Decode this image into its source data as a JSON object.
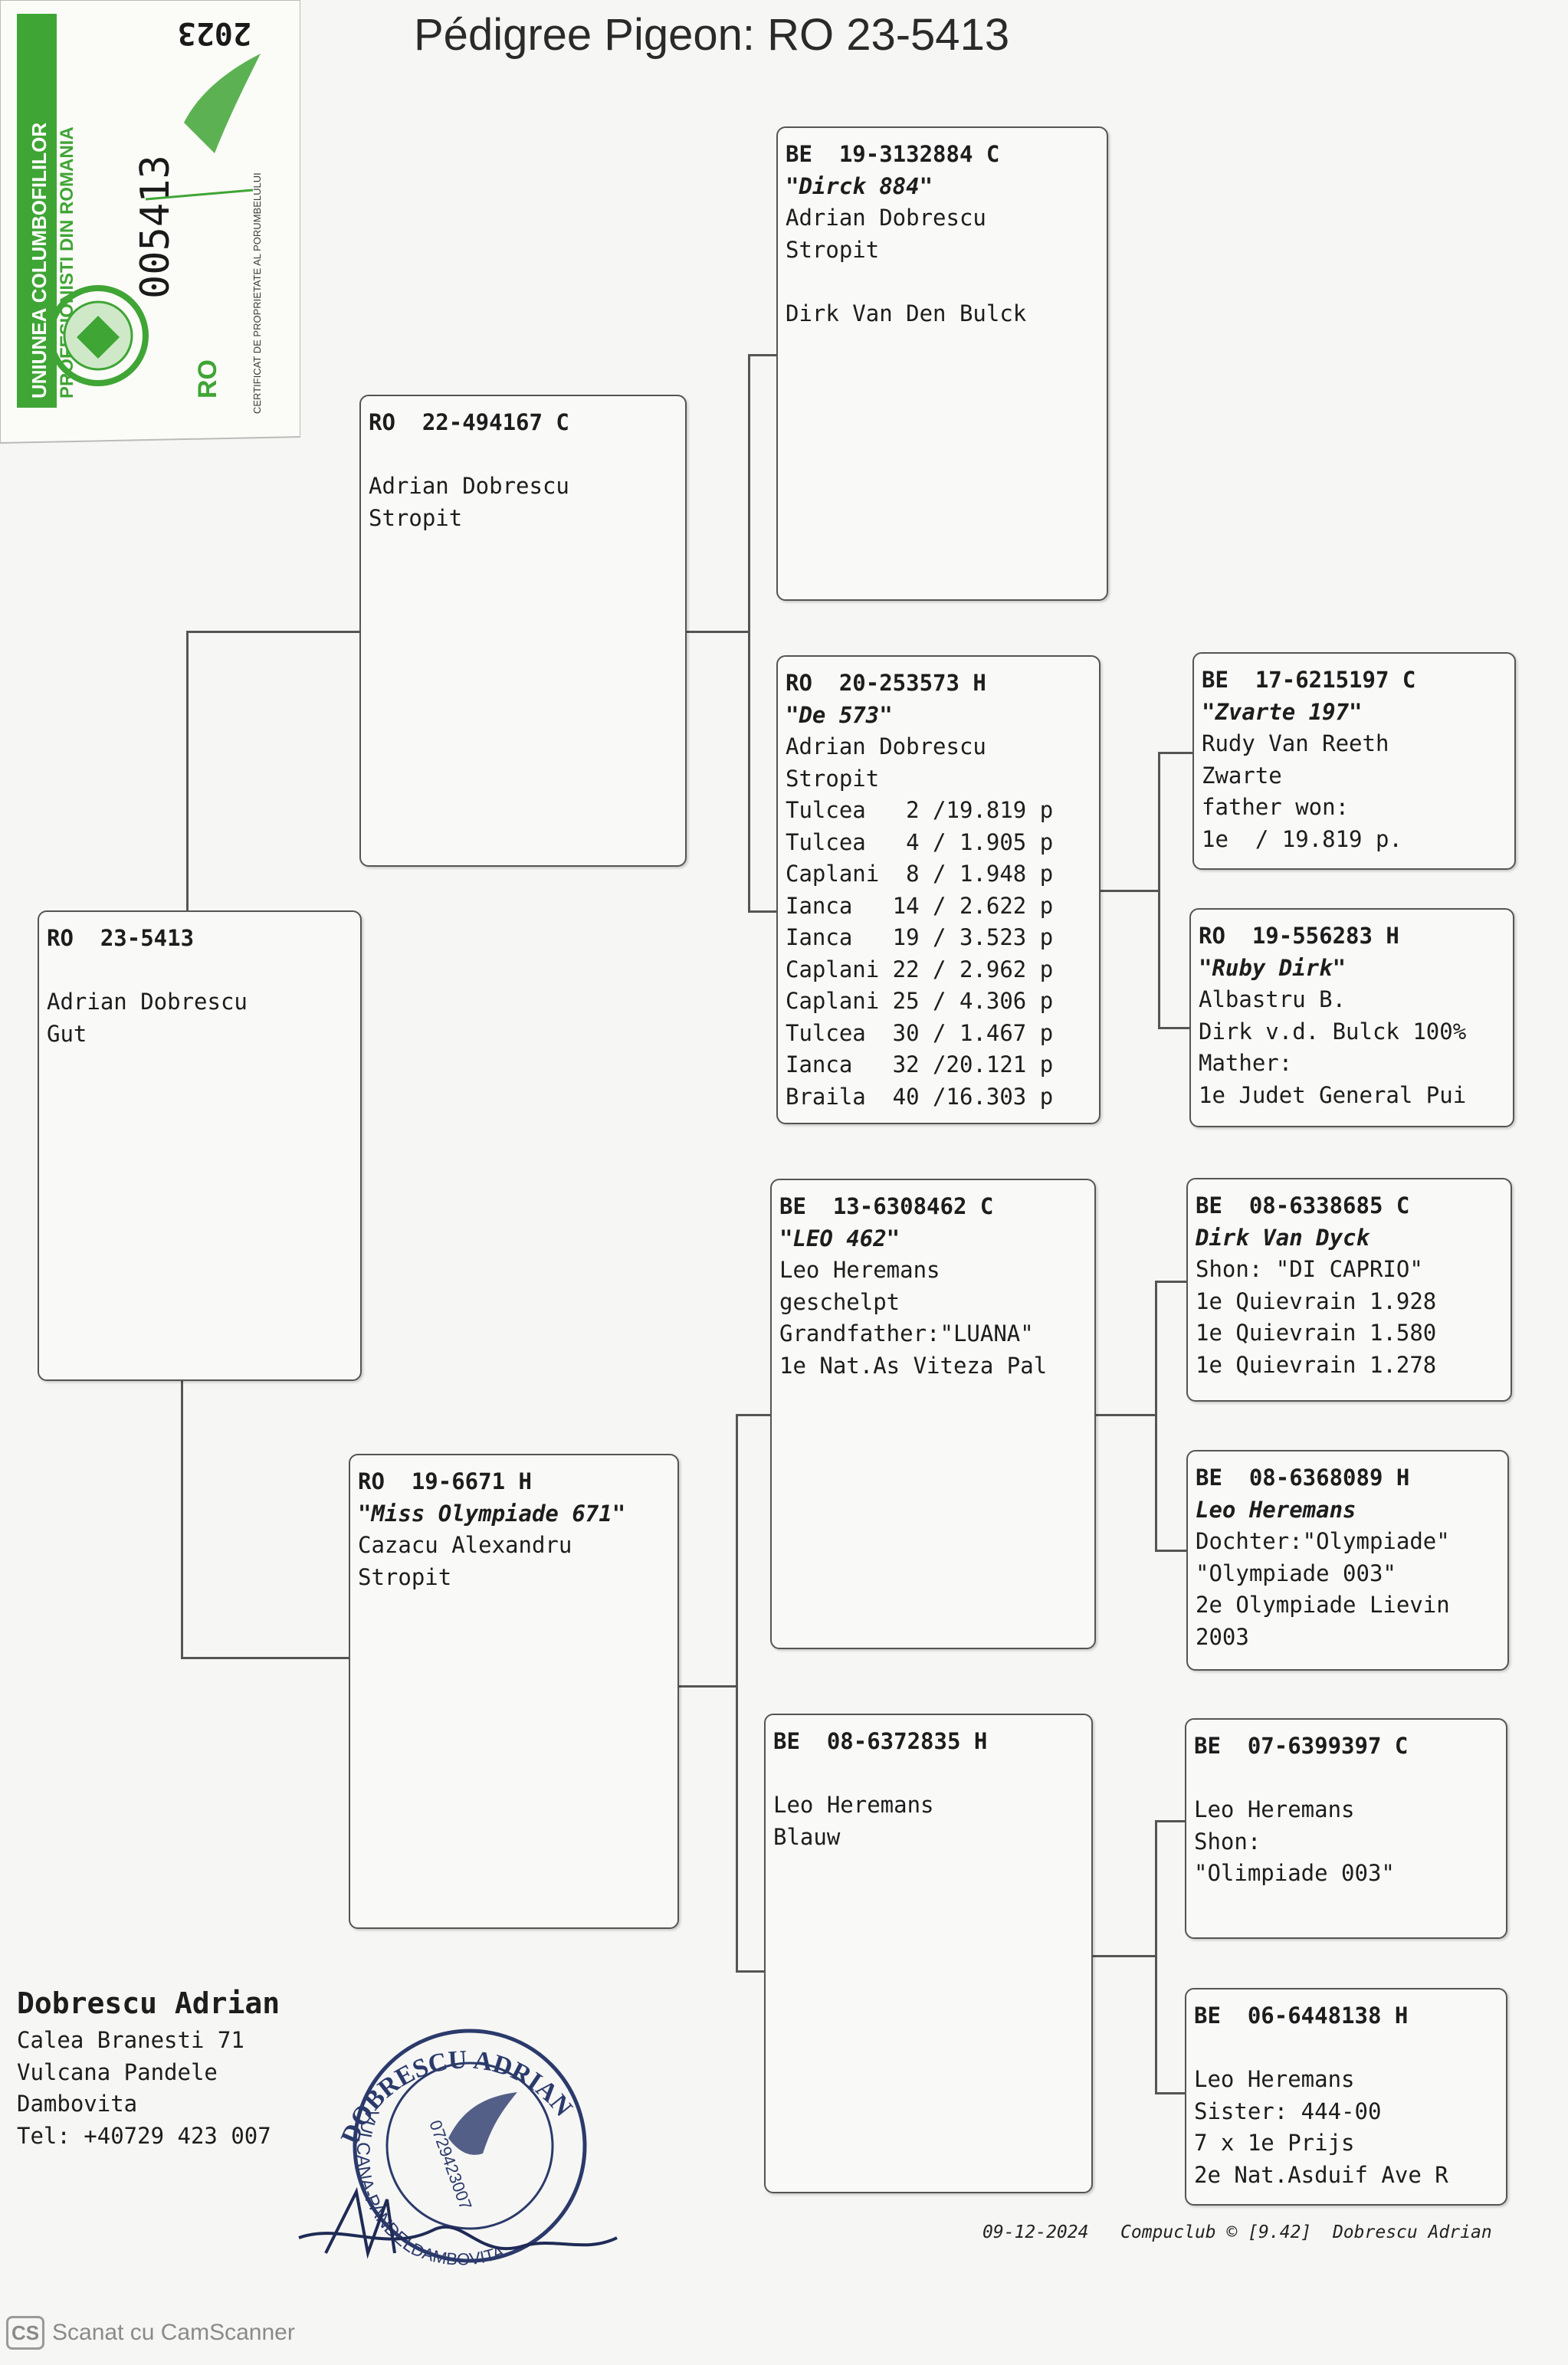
{
  "title": "Pédigree Pigeon: RO  23-5413",
  "certificate": {
    "year": "2023",
    "org_line1": "UNIUNEA COLUMBOFILILOR",
    "org_line2": "PROFESIONISTI DIN ROMANIA",
    "number": "005413",
    "caption": "CERTIFICAT DE PROPRIETATE AL PORUMBELULUI",
    "country": "RO",
    "accent": "#3fa535"
  },
  "pigeons": [
    {
      "id": "subject",
      "lines": [
        "RO  23-5413",
        "",
        "Adrian Dobrescu",
        "Gut"
      ]
    },
    {
      "id": "sire",
      "lines": [
        "RO  22-494167 C",
        "",
        "Adrian Dobrescu",
        "Stropit"
      ]
    },
    {
      "id": "dam",
      "lines": [
        "RO  19-6671 H",
        "\"Miss Olympiade 671\"",
        "Cazacu Alexandru",
        "Stropit"
      ]
    },
    {
      "id": "sire-sire",
      "lines": [
        "BE  19-3132884 C",
        "\"Dirck 884\"",
        "Adrian Dobrescu",
        "Stropit",
        "",
        "Dirk Van Den Bulck"
      ]
    },
    {
      "id": "sire-dam",
      "lines": [
        "RO  20-253573 H",
        "\"De 573\"",
        "Adrian Dobrescu",
        "Stropit",
        "Tulcea   2 /19.819 p",
        "Tulcea   4 / 1.905 p",
        "Caplani  8 / 1.948 p",
        "Ianca   14 / 2.622 p",
        "Ianca   19 / 3.523 p",
        "Caplani 22 / 2.962 p",
        "Caplani 25 / 4.306 p",
        "Tulcea  30 / 1.467 p",
        "Ianca   32 /20.121 p",
        "Braila  40 /16.303 p"
      ]
    },
    {
      "id": "dam-sire",
      "lines": [
        "BE  13-6308462 C",
        "\"LEO 462\"",
        "Leo Heremans",
        "geschelpt",
        "Grandfather:\"LUANA\"",
        "1e Nat.As Viteza Pal"
      ]
    },
    {
      "id": "dam-dam",
      "lines": [
        "BE  08-6372835 H",
        "",
        "Leo Heremans",
        "Blauw"
      ]
    },
    {
      "id": "ss-dam-sire",
      "lines": [
        "BE  17-6215197 C",
        "\"Zvarte 197\"",
        "Rudy Van Reeth",
        "Zwarte",
        "father won:",
        "1e  / 19.819 p."
      ]
    },
    {
      "id": "ss-dam-dam",
      "lines": [
        "RO  19-556283 H",
        "\"Ruby Dirk\"",
        "Albastru B.",
        "Dirk v.d. Bulck 100%",
        "Mather:",
        "1e Judet General Pui"
      ]
    },
    {
      "id": "ds-sire",
      "lines": [
        "BE  08-6338685 C",
        "Dirk Van Dyck",
        "Shon: \"DI CAPRIO\"",
        "1e Quievrain 1.928",
        "1e Quievrain 1.580",
        "1e Quievrain 1.278"
      ]
    },
    {
      "id": "ds-dam",
      "lines": [
        "BE  08-6368089 H",
        "Leo Heremans",
        "Dochter:\"Olympiade\"",
        "\"Olympiade 003\"",
        "2e Olympiade Lievin",
        "2003"
      ]
    },
    {
      "id": "dd-sire",
      "lines": [
        "BE  07-6399397 C",
        "",
        "Leo Heremans",
        "Shon:",
        "\"Olimpiade 003\""
      ]
    },
    {
      "id": "dd-dam",
      "lines": [
        "BE  06-6448138 H",
        "",
        "Leo Heremans",
        "Sister: 444-00",
        "7 x 1e Prijs",
        "2e Nat.Asduif Ave R"
      ]
    }
  ],
  "owner": {
    "name": "Dobrescu Adrian",
    "lines": [
      "Calea Branesti 71",
      "Vulcana Pandele",
      "Dambovita",
      "Tel: +40729 423 007"
    ]
  },
  "stamp": {
    "top": "DOBRESCU ADRIAN",
    "left": "VULCANA-PANDELE",
    "bottom": "DAMBOVITA",
    "phone": "0729423007",
    "color": "#2b3a6b"
  },
  "footer": "09-12-2024   Compuclub © [9.42]  Dobrescu Adrian",
  "scanner": {
    "logo": "CS",
    "text": "Scanat cu CamScanner"
  }
}
